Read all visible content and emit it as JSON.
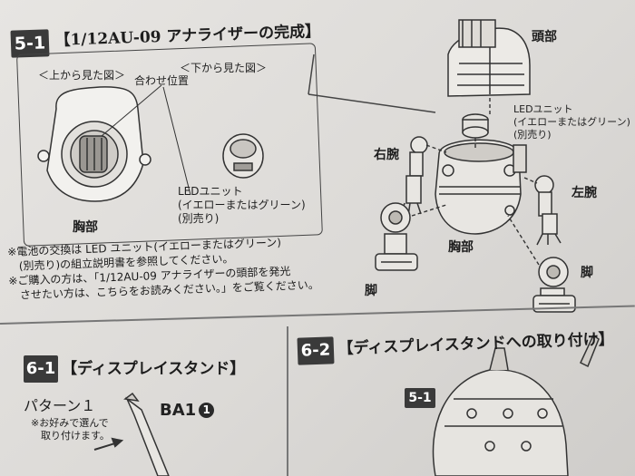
{
  "step_5_1": {
    "number": "5-1",
    "title": "【1/12AU-09 アナライザーの完成】",
    "view_top": "＜上から見た図＞",
    "view_bottom": "＜下から見た図＞",
    "align_position": "合わせ位置",
    "led_unit_inset": "LEDユニット\n(イエローまたはグリーン)\n(別売り)",
    "chest_inset": "胸部",
    "head": "頭部",
    "led_unit_main": "LEDユニット\n(イエローまたはグリーン)\n(別売り)",
    "right_arm": "右腕",
    "left_arm": "左腕",
    "chest_main": "胸部",
    "leg_left": "脚",
    "leg_right": "脚",
    "notes": "※電池の交換は LED ユニット(イエローまたはグリーン)\n　(別売り)の組立説明書を参照してください。\n※ご購入の方は、「1/12AU-09 アナライザーの頭部を発光\n　させたい方は、こちらをお読みください。」をご覧ください。"
  },
  "step_6_1": {
    "number": "6-1",
    "title": "【ディスプレイスタンド】",
    "pattern": "パターン１",
    "note": "※お好みで選んで\n　取り付けます。",
    "part_label": "BA1",
    "part_number": "1"
  },
  "step_6_2": {
    "number": "6-2",
    "title": "【ディスプレイスタンドへの取り付け】",
    "ref_badge": "5-1"
  }
}
